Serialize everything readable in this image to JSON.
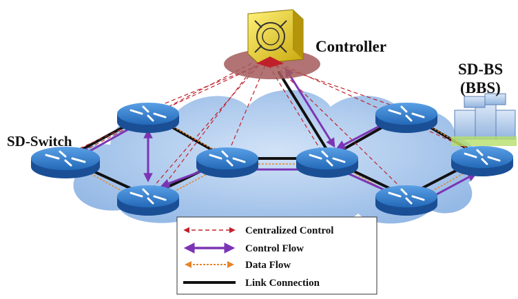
{
  "labels": {
    "controller": "Controller",
    "sdbs_line1": "SD-BS",
    "sdbs_line2": "(BBS)",
    "sdswitch": "SD-Switch"
  },
  "legend": {
    "centralized_control": "Centralized Control",
    "control_flow": "Control Flow",
    "data_flow": "Data Flow",
    "link_connection": "Link Connection"
  },
  "colors": {
    "centralized_control": "#c0202a",
    "control_flow": "#7b35b4",
    "data_flow": "#e6852a",
    "link_connection": "#111111",
    "switch_top": "#2f7fd0",
    "switch_side": "#1a4f96",
    "cloud": "#a9c8ee",
    "controller_box": "#e8d22a",
    "controller_base": "#a35a5a"
  },
  "icons": {
    "controller": "controller-server-icon",
    "switch": "sd-switch-router-icon",
    "base_station": "server-rack-icon",
    "cloud": "cloud-icon"
  }
}
